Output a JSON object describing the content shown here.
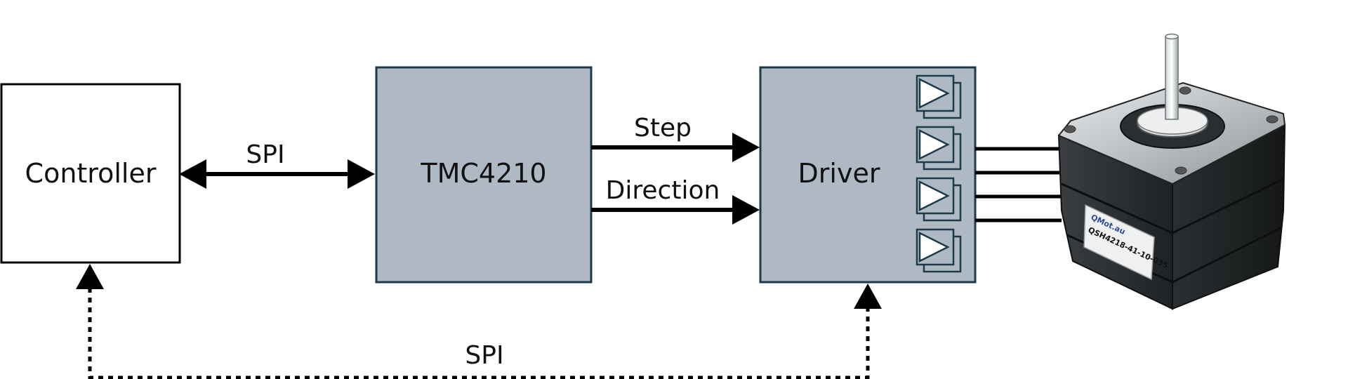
{
  "blocks": {
    "controller": "Controller",
    "tmc": "TMC4210",
    "driver": "Driver"
  },
  "signals": {
    "spi_top": "SPI",
    "step": "Step",
    "direction": "Direction",
    "spi_bottom": "SPI"
  },
  "motor": {
    "brand": "QMot.au",
    "model": "QSH4218-41-10-035"
  },
  "colors": {
    "block_fill": "#aeb9c4",
    "block_stroke": "#1d3a4a",
    "line": "#000000",
    "motor_body": "#2a2d2f",
    "motor_top": "#bfc3c6"
  }
}
